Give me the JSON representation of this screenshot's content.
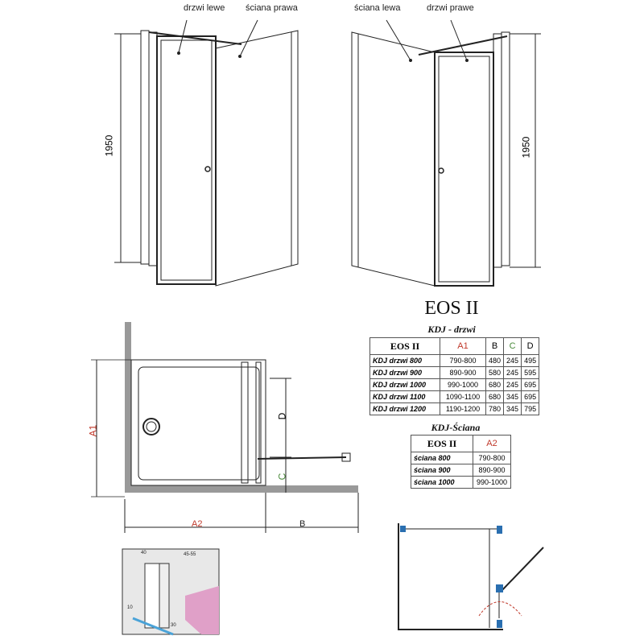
{
  "labels": {
    "door_left": "drzwi lewe",
    "wall_right": "ściana prawa",
    "wall_left": "ściana lewa",
    "door_right": "drzwi prawe",
    "height_left": "1950",
    "height_right": "1950"
  },
  "plan": {
    "a1": "A1",
    "a2": "A2",
    "b": "B",
    "c": "C",
    "d": "D"
  },
  "detail": {
    "d40": "40",
    "d45_55": "45-55",
    "d10": "10",
    "d30": "30"
  },
  "title": "EOS II",
  "table_doors": {
    "caption": "KDJ - drzwi",
    "headers": [
      "EOS II",
      "A1",
      "B",
      "C",
      "D"
    ],
    "rows": [
      [
        "KDJ drzwi 800",
        "790-800",
        "480",
        "245",
        "495"
      ],
      [
        "KDJ drzwi 900",
        "890-900",
        "580",
        "245",
        "595"
      ],
      [
        "KDJ drzwi 1000",
        "990-1000",
        "680",
        "245",
        "695"
      ],
      [
        "KDJ drzwi 1100",
        "1090-1100",
        "680",
        "345",
        "695"
      ],
      [
        "KDJ drzwi 1200",
        "1190-1200",
        "780",
        "345",
        "795"
      ]
    ]
  },
  "table_walls": {
    "caption": "KDJ-Ściana",
    "headers": [
      "EOS II",
      "A2"
    ],
    "rows": [
      [
        "ściana 800",
        "790-800"
      ],
      [
        "ściana 900",
        "890-900"
      ],
      [
        "ściana 1000",
        "990-1000"
      ]
    ]
  },
  "colors": {
    "a1": "#c0392b",
    "c": "#4a8a3a",
    "d": "#444",
    "b": "#333",
    "accent_blue": "#2a6fb0",
    "pink": "#e0a0c8"
  }
}
